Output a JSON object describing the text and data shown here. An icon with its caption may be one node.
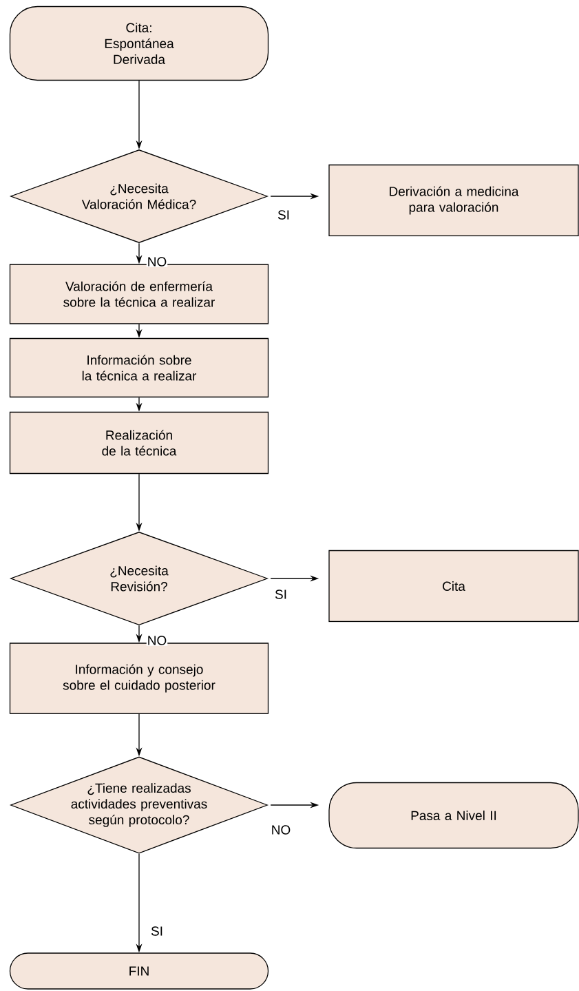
{
  "diagram": {
    "nodes": [
      {
        "text": [
          "Cita:",
          "Espontánea",
          "Derivada"
        ]
      },
      {
        "text": [
          "¿Necesita Valoración Médica?"
        ]
      },
      {
        "text": [
          "Derivación a medicina para valoración"
        ]
      },
      {
        "text": [
          "Valoración de enfermería sobre la técnica a realizar"
        ]
      },
      {
        "text": [
          "Información sobre la técnica a realizar"
        ]
      },
      {
        "text": [
          "Realización de la técnica"
        ]
      },
      {
        "text": [
          "¿Necesita Revisión?"
        ]
      },
      {
        "text": [
          "Cita"
        ]
      },
      {
        "text": [
          "Información y consejo sobre el cuidado posterior"
        ]
      },
      {
        "text": [
          "¿Tiene realizadas actividades preventivas según protocolo?"
        ]
      },
      {
        "text": [
          "Pasa a Nivel II"
        ]
      },
      {
        "text": [
          "FIN"
        ]
      }
    ],
    "edges": [
      {
        "from": 0,
        "to": 1,
        "arrow": "to"
      },
      {
        "from": 1,
        "to": 2,
        "arrow": "to",
        "label": "SI"
      },
      {
        "from": 1,
        "to": 3,
        "arrow": "to",
        "label": "NO"
      },
      {
        "from": 3,
        "to": 4,
        "arrow": "to"
      },
      {
        "from": 4,
        "to": 5,
        "arrow": "to"
      },
      {
        "from": 5,
        "to": 6,
        "arrow": "to"
      },
      {
        "from": 6,
        "to": 7,
        "arrow": "to",
        "label": "SI"
      },
      {
        "from": 6,
        "to": 8,
        "arrow": "to",
        "label": "NO"
      },
      {
        "from": 8,
        "to": 9,
        "arrow": "to"
      },
      {
        "from": 9,
        "to": 10,
        "arrow": "to",
        "label": "NO"
      },
      {
        "from": 9,
        "to": 11,
        "arrow": "to",
        "label": "SI"
      }
    ]
  }
}
